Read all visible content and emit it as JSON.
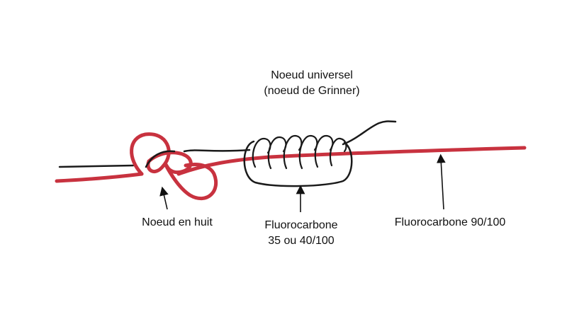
{
  "diagram": {
    "title_line1": "Noeud universel",
    "title_line2": "(noeud de Grinner)",
    "label_figure_eight": "Noeud en huit",
    "label_thin_line_1": "Fluorocarbone",
    "label_thin_line_2": "35 ou 40/100",
    "label_thick_line": "Fluorocarbone 90/100"
  },
  "colors": {
    "thick_line": "#c8323f",
    "thin_line": "#1a1a1a",
    "arrow": "#111111"
  }
}
